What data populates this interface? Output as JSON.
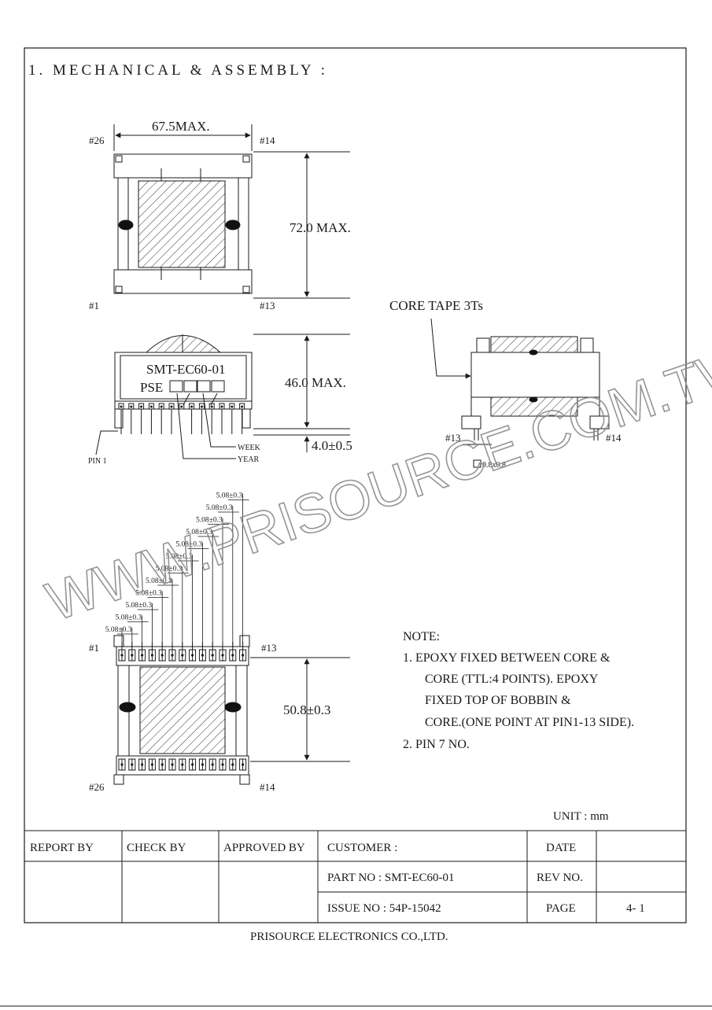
{
  "section_title": "1. MECHANICAL & ASSEMBLY :",
  "watermark": "WWW.PRISOURCE.COM.TW",
  "top_view": {
    "width_dim": "67.5MAX.",
    "height_dim": "72.0 MAX.",
    "pin_tl": "#26",
    "pin_tr": "#14",
    "pin_bl": "#1",
    "pin_br": "#13"
  },
  "side_view": {
    "height_dim": "46.0 MAX.",
    "pin_len_dim": "4.0±0.5",
    "label_line1": "SMT-EC60-01",
    "label_line2": "PSE",
    "week": "WEEK",
    "year": "YEAR",
    "pin1": "PIN 1"
  },
  "end_view": {
    "core_tape": "CORE TAPE 3Ts",
    "pin_left": "#13",
    "pin_right": "#14",
    "pin_size": "0.8x0.8"
  },
  "bottom_view": {
    "pitch": [
      "5.08±0.3",
      "5.08±0.3",
      "5.08±0.3",
      "5.08±0.3",
      "5.08±0.3",
      "5.08±0.3",
      "5.08±0.3",
      "5.08±0.3",
      "5.08±0.3",
      "5.08±0.3",
      "5.08±0.3",
      "5.08±0.3"
    ],
    "row_dim": "50.8±0.3",
    "pin_tl": "#1",
    "pin_tr": "#13",
    "pin_bl": "#26",
    "pin_br": "#14"
  },
  "notes": {
    "heading": "NOTE:",
    "lines": [
      "1.  EPOXY FIXED BETWEEN CORE &",
      "CORE (TTL:4 POINTS). EPOXY",
      "FIXED TOP OF BOBBIN &",
      "CORE.(ONE POINT AT PIN1-13 SIDE).",
      "2.  PIN 7 NO."
    ]
  },
  "unit": "UNIT : mm",
  "title_block": {
    "report_by": "REPORT   BY",
    "check_by": "CHECK     BY",
    "approved_by": "APPROVED  BY",
    "customer": "CUSTOMER  :",
    "part_no": "PART    NO : SMT-EC60-01",
    "issue_no": "ISSUE   NO : 54P-15042",
    "date": "DATE",
    "rev_no": "REV NO.",
    "page_label": "PAGE",
    "page_value": "4- 1"
  },
  "footer": "PRISOURCE ELECTRONICS CO.,LTD."
}
